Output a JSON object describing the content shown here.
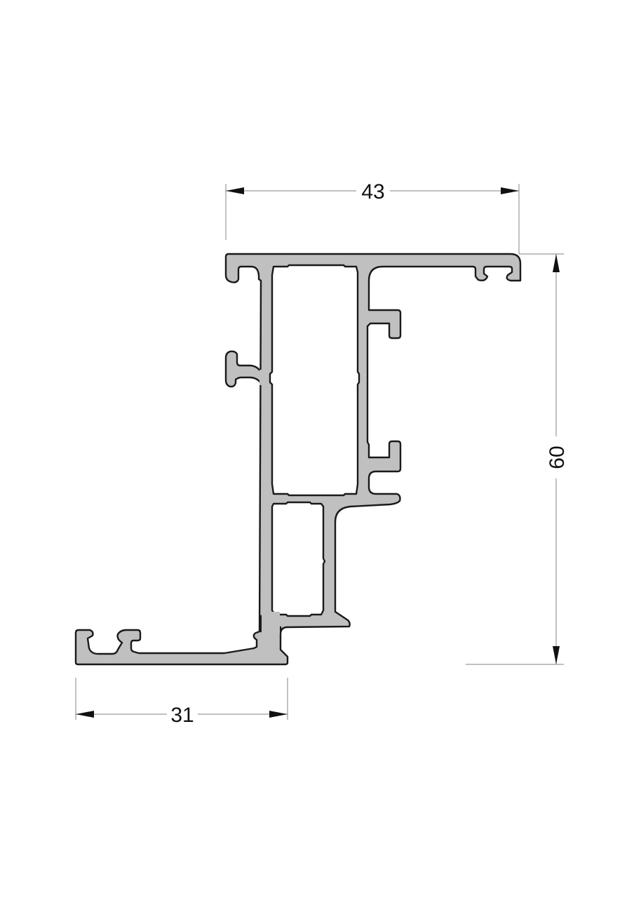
{
  "drawing": {
    "title": "Aluminium profile cross-section",
    "profile_fill": "#c0c0c0",
    "outline_color": "#1a1a1a",
    "dimension_line_color": "#9a9a9a",
    "background": "#ffffff"
  },
  "dimensions": {
    "top_width": {
      "label": "43",
      "orientation": "horizontal"
    },
    "height": {
      "label": "60",
      "orientation": "vertical"
    },
    "bottom_width": {
      "label": "31",
      "orientation": "horizontal"
    }
  }
}
